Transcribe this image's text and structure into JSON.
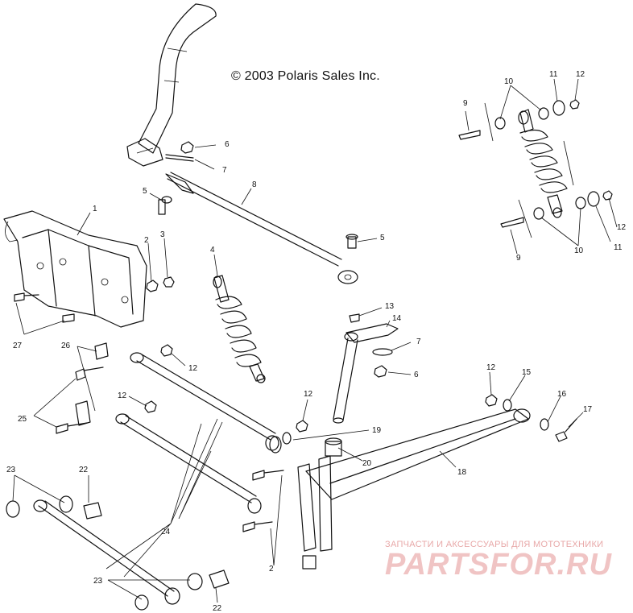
{
  "copyright": "© 2003 Polaris Sales Inc.",
  "watermark": {
    "caption": "ЗАПЧАСТИ И АКСЕССУАРЫ ДЛЯ МОТОТЕХНИКИ",
    "logo": "PARTSFOR.RU"
  },
  "callouts": [
    {
      "id": "c1",
      "text": "1"
    },
    {
      "id": "c2",
      "text": "2"
    },
    {
      "id": "c3",
      "text": "3"
    },
    {
      "id": "c4",
      "text": "4"
    },
    {
      "id": "c5a",
      "text": "5"
    },
    {
      "id": "c5b",
      "text": "5"
    },
    {
      "id": "c6a",
      "text": "6"
    },
    {
      "id": "c6b",
      "text": "6"
    },
    {
      "id": "c7a",
      "text": "7"
    },
    {
      "id": "c7b",
      "text": "7"
    },
    {
      "id": "c8",
      "text": "8"
    },
    {
      "id": "c9a",
      "text": "9"
    },
    {
      "id": "c9b",
      "text": "9"
    },
    {
      "id": "c10a",
      "text": "10"
    },
    {
      "id": "c10b",
      "text": "10"
    },
    {
      "id": "c11a",
      "text": "11"
    },
    {
      "id": "c11b",
      "text": "11"
    },
    {
      "id": "c12a",
      "text": "12"
    },
    {
      "id": "c12b",
      "text": "12"
    },
    {
      "id": "c12c",
      "text": "12"
    },
    {
      "id": "c12d",
      "text": "12"
    },
    {
      "id": "c12e",
      "text": "12"
    },
    {
      "id": "c12f",
      "text": "12"
    },
    {
      "id": "c13",
      "text": "13"
    },
    {
      "id": "c14",
      "text": "14"
    },
    {
      "id": "c15",
      "text": "15"
    },
    {
      "id": "c16",
      "text": "16"
    },
    {
      "id": "c17",
      "text": "17"
    },
    {
      "id": "c18",
      "text": "18"
    },
    {
      "id": "c19",
      "text": "19"
    },
    {
      "id": "c20",
      "text": "20"
    },
    {
      "id": "c21",
      "text": "2"
    },
    {
      "id": "c22a",
      "text": "22"
    },
    {
      "id": "c22b",
      "text": "22"
    },
    {
      "id": "c23a",
      "text": "23"
    },
    {
      "id": "c23b",
      "text": "23"
    },
    {
      "id": "c24",
      "text": "24"
    },
    {
      "id": "c25",
      "text": "25"
    },
    {
      "id": "c26",
      "text": "26"
    },
    {
      "id": "c27",
      "text": "27"
    }
  ]
}
